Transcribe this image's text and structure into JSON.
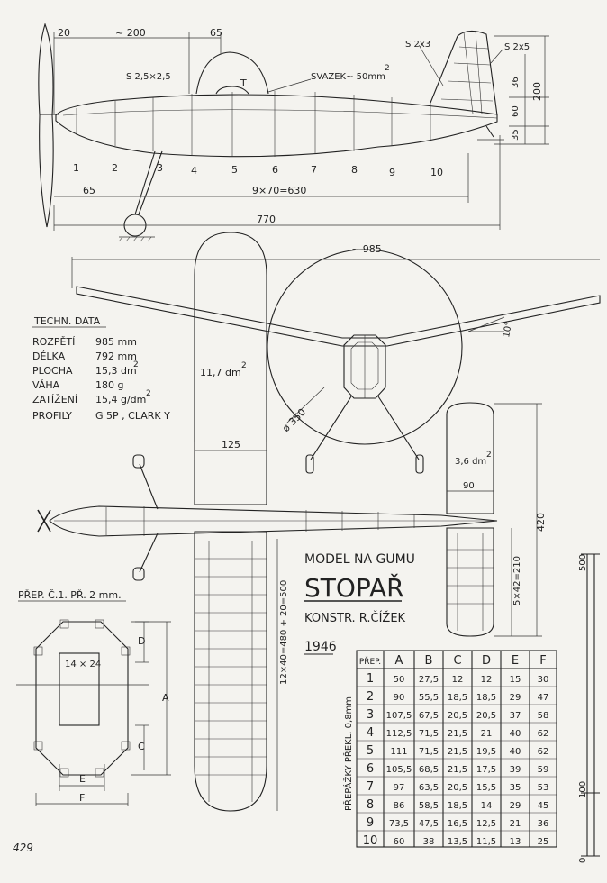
{
  "side_view": {
    "dims": {
      "nose_20": "20",
      "approx_200": "~ 200",
      "d65_top": "65",
      "s_2_5x2_5": "S 2,5×2,5",
      "svazek": "SVAZEK~ 50mm",
      "svazek_sup": "2",
      "t_label": "T",
      "s_2x3": "S 2x3",
      "s_2x5": "S 2x5",
      "v36": "36",
      "v60": "60",
      "v35": "35",
      "v200": "200",
      "d65_bottom": "65",
      "stations_9x70": "9×70=630",
      "total_770": "770"
    },
    "stations": [
      "1",
      "2",
      "3",
      "4",
      "5",
      "6",
      "7",
      "8",
      "9",
      "10"
    ]
  },
  "top_view": {
    "span": "~ 985",
    "dihedral": "10°",
    "prop_diameter": "ø 350",
    "wing_area": "11,7 dm",
    "wing_area_sup": "2",
    "chord_125": "125",
    "tail_area": "3,6 dm",
    "tail_area_sup": "2",
    "tail_90": "90",
    "tail_420": "420",
    "tail_ribs": "5×42=210",
    "wing_ribs": "12×40=480 + 20=500"
  },
  "tech_data": {
    "heading": "TECHN. DATA",
    "rows": [
      {
        "label": "ROZPĚTÍ",
        "value": "985 mm"
      },
      {
        "label": "DÉLKA",
        "value": "792 mm"
      },
      {
        "label": "PLOCHA",
        "value": "15,3 dm",
        "sup": "2"
      },
      {
        "label": "VÁHA",
        "value": "180 g"
      },
      {
        "label": "ZATÍŽENÍ",
        "value": "15,4 g/dm",
        "sup": "2"
      },
      {
        "label": "PROFILY",
        "value": "G 5P , CLARK Y"
      }
    ]
  },
  "title_block": {
    "line1": "MODEL NA GUMU",
    "name": "STOPAŘ",
    "designer": "KONSTR. R.ČÍŽEK",
    "year": "1946"
  },
  "section": {
    "caption": "PŘEP. Č.1. PŘ. 2 mm.",
    "inner": "14 × 24",
    "labels": {
      "a": "A",
      "c": "C",
      "d": "D",
      "e": "E",
      "f": "F"
    }
  },
  "bulkhead_table": {
    "side_label": "PŘEPÁŽKY PŘEKL. 0,8mm",
    "columns": [
      "PŘEP.",
      "A",
      "B",
      "C",
      "D",
      "E",
      "F"
    ],
    "rows": [
      [
        "1",
        "50",
        "27,5",
        "12",
        "12",
        "15",
        "30"
      ],
      [
        "2",
        "90",
        "55,5",
        "18,5",
        "18,5",
        "29",
        "47"
      ],
      [
        "3",
        "107,5",
        "67,5",
        "20,5",
        "20,5",
        "37",
        "58"
      ],
      [
        "4",
        "112,5",
        "71,5",
        "21,5",
        "21",
        "40",
        "62"
      ],
      [
        "5",
        "111",
        "71,5",
        "21,5",
        "19,5",
        "40",
        "62"
      ],
      [
        "6",
        "105,5",
        "68,5",
        "21,5",
        "17,5",
        "39",
        "59"
      ],
      [
        "7",
        "97",
        "63,5",
        "20,5",
        "15,5",
        "35",
        "53"
      ],
      [
        "8",
        "86",
        "58,5",
        "18,5",
        "14",
        "29",
        "45"
      ],
      [
        "9",
        "73,5",
        "47,5",
        "16,5",
        "12,5",
        "21",
        "36"
      ],
      [
        "10",
        "60",
        "38",
        "13,5",
        "11,5",
        "13",
        "25"
      ]
    ]
  },
  "scale": {
    "top": "500",
    "bottom": "100",
    "zero": "0"
  },
  "page_number": "429"
}
